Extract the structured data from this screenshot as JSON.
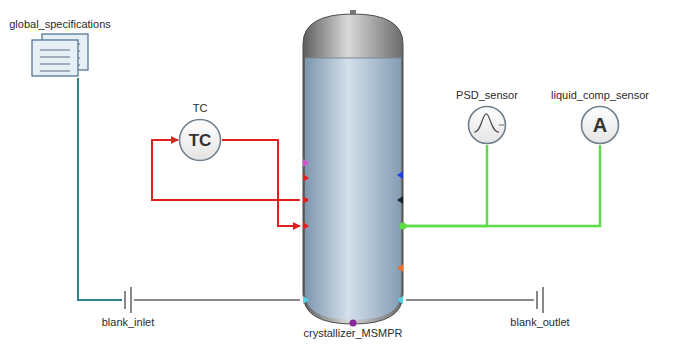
{
  "diagram": {
    "nodes": [
      {
        "text": [
          "global_specifications"
        ]
      },
      {
        "text": [
          "TC",
          "TC"
        ]
      },
      {
        "text": [
          "crystallizer_MSMPR"
        ]
      },
      {
        "text": [
          "PSD_sensor"
        ]
      },
      {
        "text": [
          "liquid_comp_sensor",
          "A"
        ]
      },
      {
        "text": [
          "blank_inlet"
        ]
      },
      {
        "text": [
          "blank_outlet"
        ]
      }
    ],
    "edges": [
      {
        "from": 0,
        "to": 5,
        "arrow": "none"
      },
      {
        "from": 1,
        "to": 2,
        "arrow": "to"
      },
      {
        "from": 2,
        "to": 1,
        "arrow": "to"
      },
      {
        "from": 2,
        "to": 3,
        "arrow": "none"
      },
      {
        "from": 2,
        "to": 4,
        "arrow": "none"
      },
      {
        "from": 5,
        "to": 2,
        "arrow": "none"
      },
      {
        "from": 2,
        "to": 6,
        "arrow": "none"
      }
    ]
  }
}
